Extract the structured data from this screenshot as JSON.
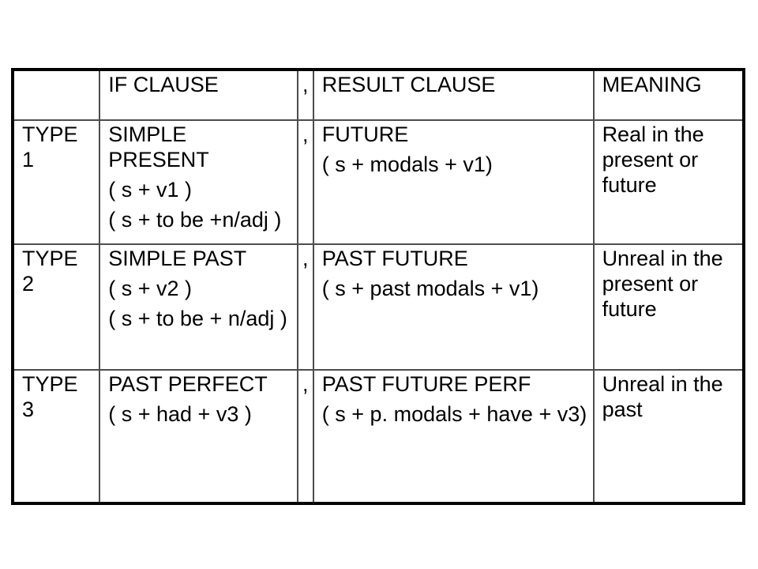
{
  "colors": {
    "background": "#ffffff",
    "text": "#000000",
    "outer_border": "#000000",
    "inner_border": "#4d4d4d"
  },
  "table": {
    "header": {
      "type": "",
      "if_clause": "IF CLAUSE",
      "comma": ",",
      "result_clause": "RESULT CLAUSE",
      "meaning": "MEANING"
    },
    "rows": [
      {
        "type": "TYPE 1",
        "if_clause": [
          "SIMPLE PRESENT",
          "( s + v1 )",
          "( s + to be +n/adj )"
        ],
        "comma": ",",
        "result_clause": [
          "FUTURE",
          "( s + modals + v1)"
        ],
        "meaning": "Real in the present or future"
      },
      {
        "type": "TYPE 2",
        "if_clause": [
          "SIMPLE PAST",
          "( s + v2 )",
          "( s + to be + n/adj )"
        ],
        "comma": ",",
        "result_clause": [
          "PAST FUTURE",
          "( s + past modals + v1)"
        ],
        "meaning": "Unreal in the present or future"
      },
      {
        "type": "TYPE 3",
        "if_clause": [
          "PAST PERFECT",
          "( s + had + v3 )"
        ],
        "comma": ",",
        "result_clause": [
          "PAST FUTURE PERF",
          "( s + p. modals + have + v3)"
        ],
        "meaning": "Unreal in the past"
      }
    ]
  }
}
